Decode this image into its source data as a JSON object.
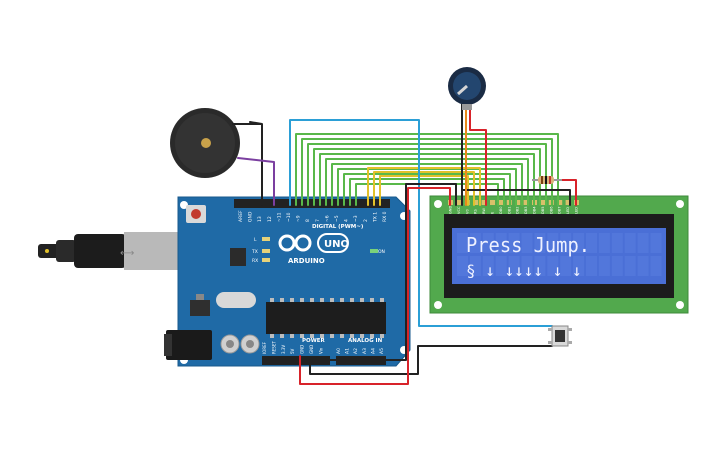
{
  "board": {
    "brand": "ARDUINO",
    "model": "UNO",
    "digital_header": "DIGITAL (PWM~)",
    "power_header": "POWER",
    "analog_header": "ANALOG IN",
    "on_label": "ON",
    "tx_label": "TX",
    "rx_label": "RX",
    "l_label": "L",
    "digital_pins": [
      "AREF",
      "GND",
      "13",
      "12",
      "~11",
      "~10",
      "~9",
      "8",
      "7",
      "~6",
      "~5",
      "4",
      "~3",
      "2",
      "TX 1",
      "RX 0"
    ],
    "power_pins": [
      "IOREF",
      "RESET",
      "3.3V",
      "5V",
      "GND",
      "GND",
      "Vin"
    ],
    "analog_pins": [
      "A0",
      "A1",
      "A2",
      "A3",
      "A4",
      "A5"
    ]
  },
  "lcd": {
    "line1": "Press Jump.",
    "line2": "§ ↓      ↓↓↓↓ ↓ ↓",
    "pins": [
      "GND",
      "VCC",
      "V0",
      "RS",
      "RW",
      "E",
      "DB0",
      "DB1",
      "DB2",
      "DB3",
      "DB4",
      "DB5",
      "DB6",
      "DB7",
      "LED",
      "LED"
    ],
    "backlight_color": "#4a6fd6",
    "pcb_color": "#52a94d"
  },
  "colors": {
    "board": "#1f6aa6",
    "wire_green": "#59b84a",
    "wire_yellow": "#e2c12a",
    "wire_blue": "#2b9fd6",
    "wire_red": "#d8232a",
    "wire_black": "#222222",
    "wire_purple": "#7b3fa0",
    "wire_orange": "#e8891c"
  },
  "components": {
    "buzzer": "piezo-buzzer",
    "potentiometer": "potentiometer",
    "pushbutton": "pushbutton",
    "resistor": "resistor",
    "usb": "usb-b-connector",
    "dc_jack": "dc-barrel-jack"
  }
}
